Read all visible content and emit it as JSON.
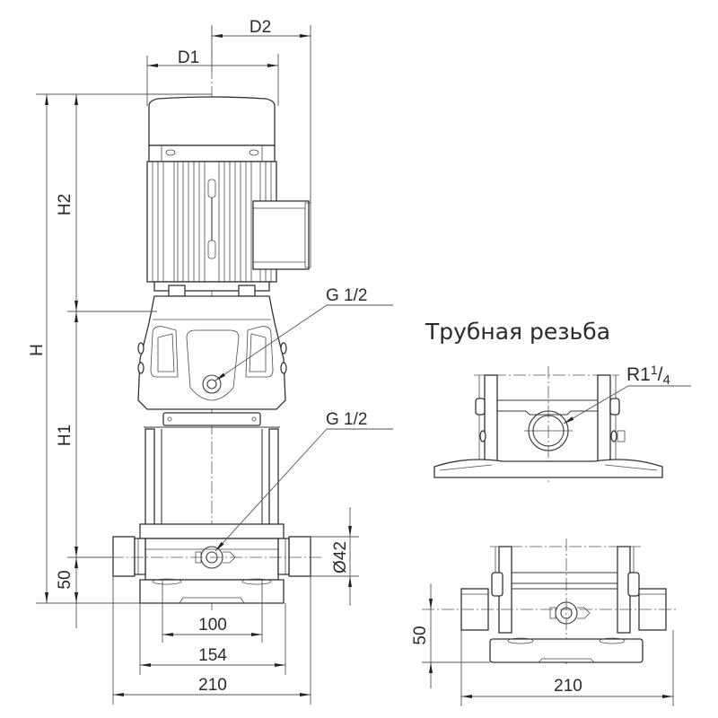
{
  "drawing": {
    "subject": "vertical multistage pump dimensional drawing",
    "line_color": "#333333",
    "background": "#ffffff"
  },
  "main_view": {
    "dimensions": {
      "D1": "D1",
      "D2": "D2",
      "H": "H",
      "H1": "H1",
      "H2": "H2",
      "inlet_height": "50",
      "port_diameter": "Ø42",
      "bolt_spacing": "100",
      "base_width": "154",
      "overall_width": "210"
    },
    "callouts": {
      "upper_plug": "G 1/2",
      "lower_plug": "G 1/2"
    }
  },
  "thread_view": {
    "title": "Трубная резьба",
    "callout_main": "R1",
    "callout_num": "1",
    "callout_den": "4"
  },
  "bottom_view": {
    "dimensions": {
      "inlet_height": "50",
      "overall_width": "210"
    }
  }
}
